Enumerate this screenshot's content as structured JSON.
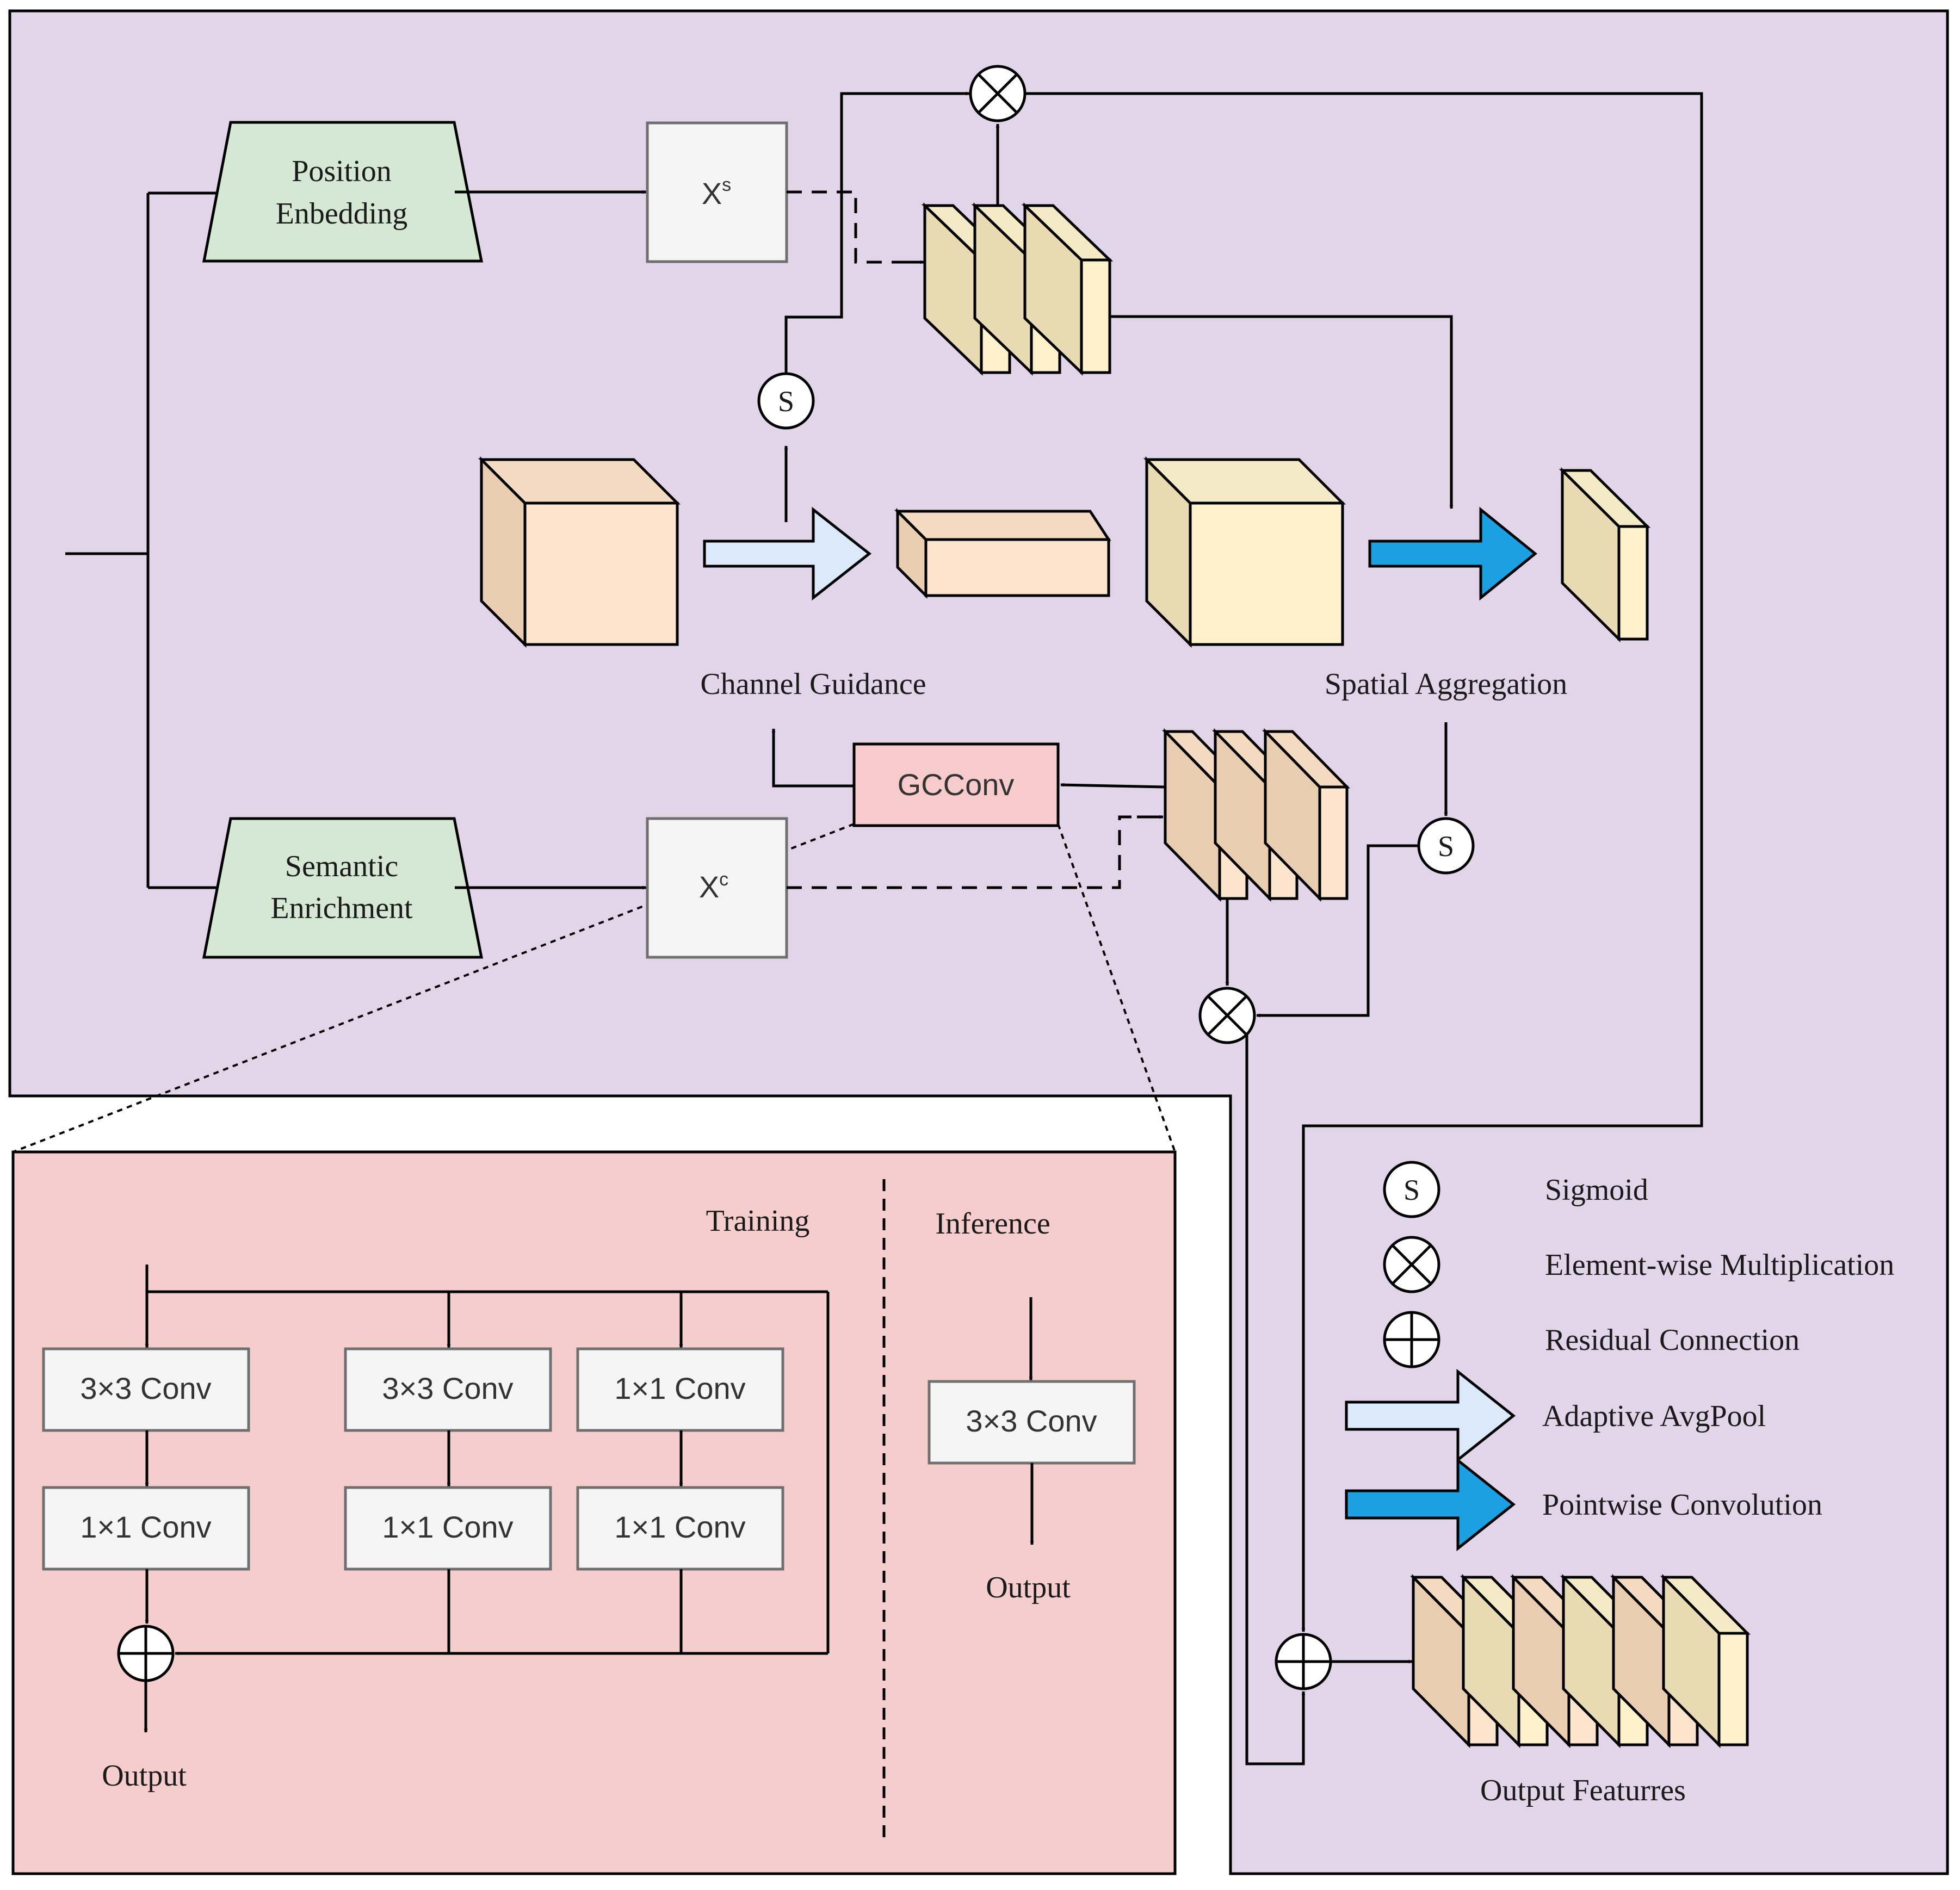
{
  "modules": {
    "position_embedding": [
      "Position",
      "Enbedding"
    ],
    "semantic_enrichment": [
      "Semantic",
      "Enrichment"
    ],
    "xs_label": "X",
    "xs_sup": "s",
    "xc_label": "X",
    "xc_sup": "c",
    "gcconv": "GCConv",
    "sigmoid_symbol": "S"
  },
  "captions": {
    "channel_guidance": "Channel Guidance",
    "spatial_aggregation": "Spatial Aggregation",
    "output_features": "Output Featurres"
  },
  "gcconv_detail": {
    "training_title": "Training",
    "inference_title": "Inference",
    "training_branches": [
      [
        "3×3 Conv",
        "1×1 Conv"
      ],
      [
        "3×3 Conv",
        "1×1 Conv"
      ],
      [
        "1×1 Conv",
        "1×1 Conv"
      ]
    ],
    "training_output": "Output",
    "inference_block": "3×3 Conv",
    "inference_output": "Output"
  },
  "legend": {
    "sigmoid_symbol": "S",
    "items": [
      "Sigmoid",
      "Element-wise Multiplication",
      "Residual Connection",
      "Adaptive AvgPool",
      "Pointwise Convolution"
    ]
  },
  "colors": {
    "main_panel": "#e2d5e9",
    "detail_panel": "#f5cdcd",
    "trapezoid": "#d5e8d4",
    "gcconv_fill": "#f7cbcb",
    "adaptive_avgpool_arrow": "#dbe9fb",
    "pointwise_arrow": "#1ba1e2",
    "cube_peach": "#fde4cc",
    "cube_yellow": "#fdf2cb"
  }
}
